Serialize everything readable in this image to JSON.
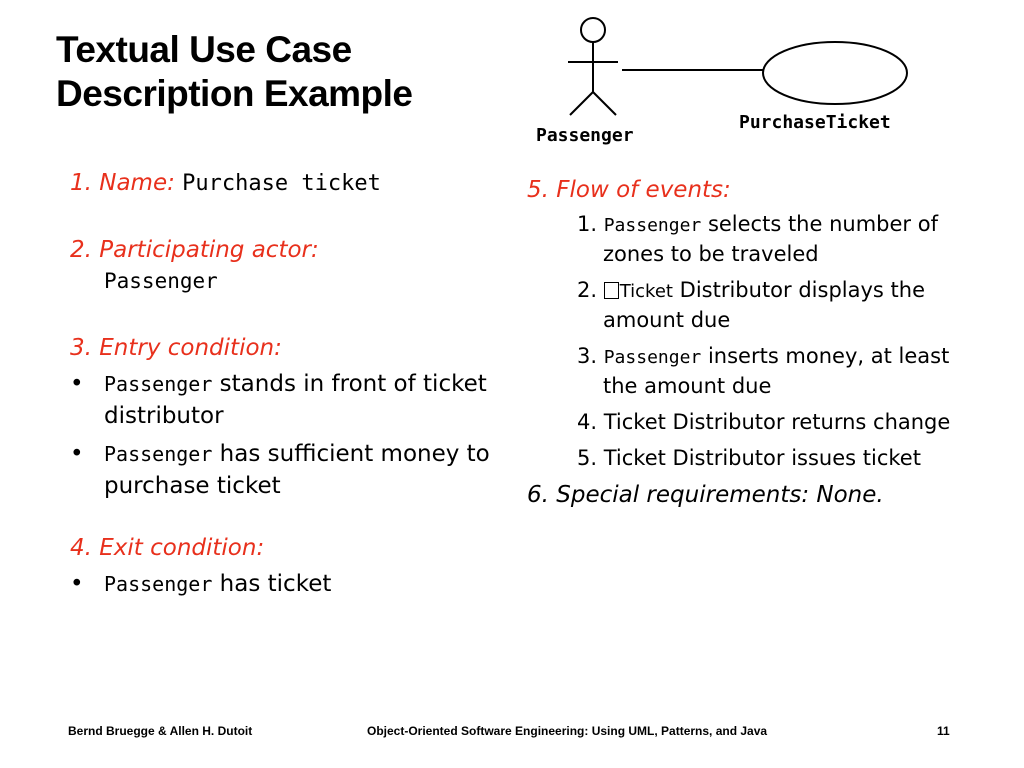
{
  "slide": {
    "title_line1": "Textual Use Case",
    "title_line2": "Description Example"
  },
  "diagram": {
    "actor_label": "Passenger",
    "usecase_label": "PurchaseTicket"
  },
  "left": {
    "name_label": "1. Name:",
    "name_value": "Purchase ticket",
    "actor_label": "2. Participating actor:",
    "actor_value": "Passenger",
    "entry_label": "3. Entry condition:",
    "entry_items": [
      {
        "bullet": "•",
        "mono": "Passenger",
        "text": " stands in front of ticket distributor"
      },
      {
        "bullet": "•",
        "mono": "Passenger",
        "text": " has sufficient money to purchase ticket"
      }
    ],
    "exit_label": "4. Exit condition:",
    "exit_items": [
      {
        "bullet": "•",
        "mono": "Passenger",
        "text": " has ticket"
      }
    ]
  },
  "right": {
    "flow_label": "5. Flow of events:",
    "steps": [
      {
        "num": "1. ",
        "mono": "Passenger",
        "text": " selects the number of zones to be traveled"
      },
      {
        "num": "2. ",
        "small": "Ticket",
        "text": " Distributor displays the amount due"
      },
      {
        "num": "3. ",
        "mono": "Passenger",
        "text": " inserts money, at least the amount due"
      },
      {
        "num": "4. ",
        "text": "Ticket Distributor returns change"
      },
      {
        "num": "5. ",
        "text": "Ticket Distributor issues ticket"
      }
    ],
    "special_label": "6. Special requirements: None."
  },
  "footer": {
    "authors": "Bernd Bruegge & Allen H. Dutoit",
    "book": "Object-Oriented Software Engineering: Using UML, Patterns, and Java",
    "page": "11"
  }
}
